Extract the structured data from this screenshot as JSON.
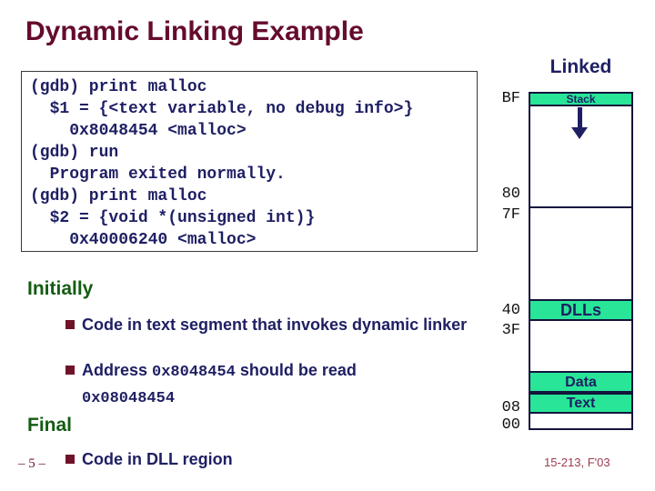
{
  "title": "Dynamic Linking Example",
  "gdb_session": "(gdb) print malloc\n  $1 = {<text variable, no debug info>}\n    0x8048454 <malloc>\n(gdb) run\n  Program exited normally.\n(gdb) print malloc\n  $2 = {void *(unsigned int)}\n    0x40006240 <malloc>",
  "memory_diagram": {
    "heading": "Linked",
    "segments": {
      "stack": "Stack",
      "dlls": "DLLs",
      "data": "Data",
      "text": "Text"
    },
    "addresses": [
      "BF",
      "80",
      "7F",
      "40",
      "3F",
      "08",
      "00"
    ]
  },
  "initially": {
    "heading": "Initially",
    "bullet1": "Code in text segment that invokes dynamic linker",
    "bullet2_text1": "Address ",
    "bullet2_code1": "0x8048454",
    "bullet2_text2": " should be read",
    "bullet2_code2": "0x08048454"
  },
  "final": {
    "heading": "Final",
    "bullet1": "Code in DLL region"
  },
  "footer": {
    "page_number": "– 5 –",
    "course_id": "15-213, F'03"
  },
  "colors": {
    "title_maroon": "#650b2e",
    "body_navy": "#1e1f63",
    "segment_green": "#28e598",
    "heading_green": "#135c13",
    "bullet_maroon": "#701228",
    "footer_red": "#a03a4e"
  }
}
